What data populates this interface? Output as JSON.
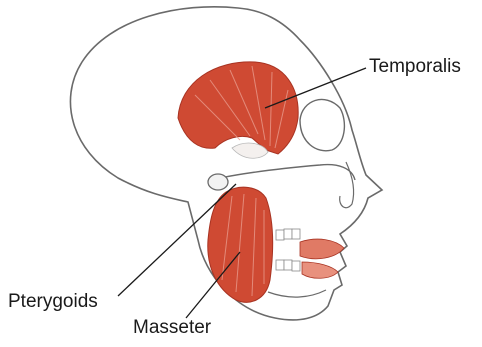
{
  "labels": {
    "temporalis": "Temporalis",
    "pterygoids": "Pterygoids",
    "masseter": "Masseter"
  },
  "colors": {
    "muscle": "#cf4a33",
    "muscle_dark": "#a83322",
    "skull_line": "#6a6a6a",
    "leader_line": "#1a1a1a"
  }
}
